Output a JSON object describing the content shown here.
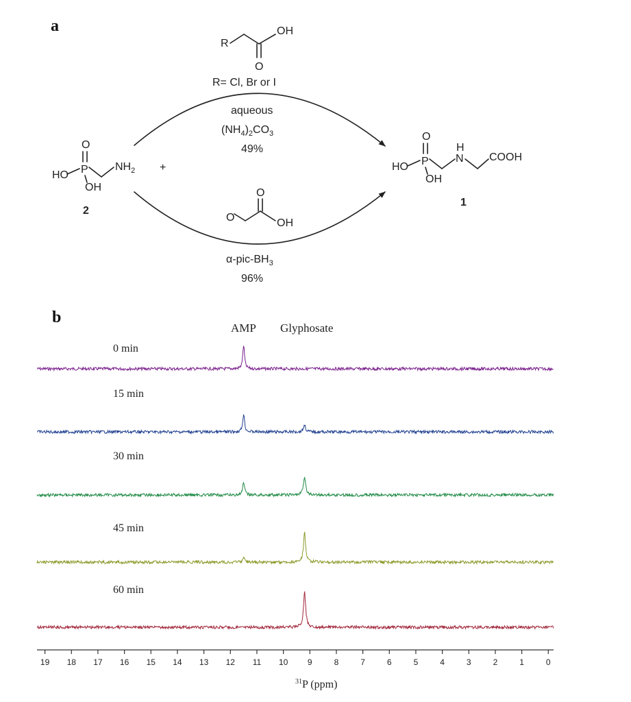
{
  "panel_a": {
    "label": "a",
    "reagent_top": {
      "atoms": {
        "R": "R",
        "OH": "OH",
        "O": "O"
      },
      "caption": "R= Cl, Br or I"
    },
    "reaction_top": {
      "line1": "aqueous",
      "line2_prefix": "(NH",
      "line2_sub1": "4",
      "line2_mid": ")",
      "line2_sub2": "2",
      "line2_suffix": "CO",
      "line2_sub3": "3",
      "yield": "49%"
    },
    "reagent_bottom": {
      "atoms": {
        "O": "O",
        "OH": "OH"
      }
    },
    "reaction_bottom": {
      "reductant_prefix": "α-pic-BH",
      "reductant_sub": "3",
      "yield": "96%"
    },
    "plus": "+",
    "compound_2": {
      "number": "2",
      "atoms": {
        "O": "O",
        "P": "P",
        "HO": "HO",
        "OH": "OH",
        "NH2_base": "NH",
        "NH2_sub": "2"
      }
    },
    "compound_1": {
      "number": "1",
      "atoms": {
        "O": "O",
        "P": "P",
        "HO": "HO",
        "OH": "OH",
        "H": "H",
        "N": "N",
        "COOH": "COOH"
      }
    }
  },
  "panel_b": {
    "label": "b",
    "peak_labels": {
      "amp": "AMP",
      "glyphosate": "Glyphosate"
    },
    "xaxis": {
      "label_sup": "31",
      "label_text": "P (ppm)"
    },
    "spectra_colors": {
      "purple": "#7a1f8c",
      "blue": "#1f3f8f",
      "green": "#1f8a45",
      "olive": "#8c9a2a",
      "red": "#a1263a"
    }
  },
  "chart_data": {
    "type": "line",
    "title": "",
    "xlabel": "31P (ppm)",
    "ylabel": "",
    "xlim": [
      19.3,
      -0.2
    ],
    "xticks": [
      19,
      18,
      17,
      16,
      15,
      14,
      13,
      12,
      11,
      10,
      9,
      8,
      7,
      6,
      5,
      4,
      3,
      2,
      1,
      0
    ],
    "peaks_ppm": {
      "AMP": 11.5,
      "Glyphosate": 9.2
    },
    "series": [
      {
        "name": "0 min",
        "color": "#7a1f8c",
        "amp": 1.0,
        "glyphosate": 0.0
      },
      {
        "name": "15 min",
        "color": "#1f3f8f",
        "amp": 0.78,
        "glyphosate": 0.3
      },
      {
        "name": "30 min",
        "color": "#1f8a45",
        "amp": 0.55,
        "glyphosate": 0.8
      },
      {
        "name": "45 min",
        "color": "#8c9a2a",
        "amp": 0.22,
        "glyphosate": 1.25
      },
      {
        "name": "60 min",
        "color": "#a1263a",
        "amp": 0.0,
        "glyphosate": 1.5
      }
    ]
  }
}
